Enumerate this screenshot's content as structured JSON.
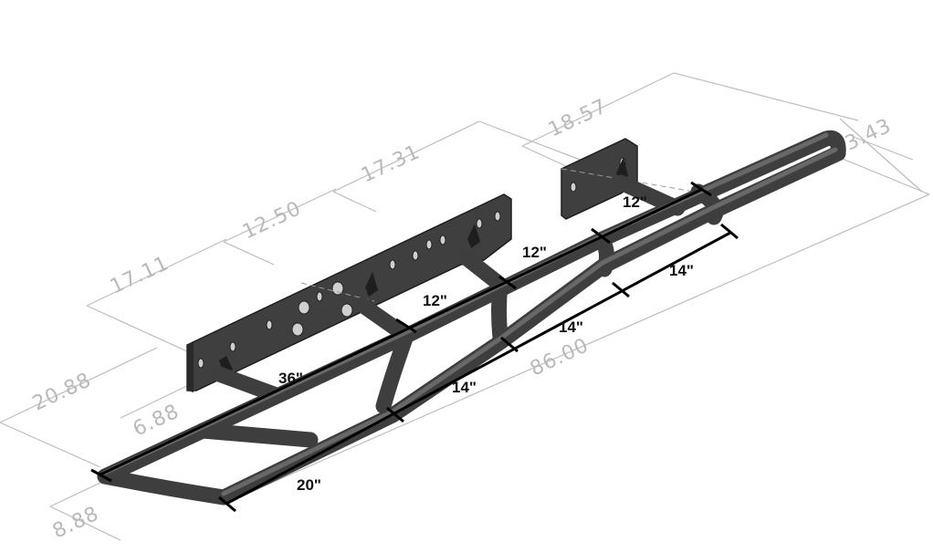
{
  "overall_dimensions": [
    "18.57",
    "17.31",
    "12.50",
    "17.11",
    "20.88",
    "6.88",
    "8.88",
    "86.00",
    "3.43"
  ],
  "segment_labels": [
    "12\"",
    "12\"",
    "14\"",
    "12\"",
    "14\"",
    "36\"",
    "14\"",
    "20\""
  ],
  "colors": {
    "tube": "#3e3e3e",
    "plate": "#3f3f3f",
    "dimension": "#b9b9b9",
    "measure": "#000000"
  }
}
